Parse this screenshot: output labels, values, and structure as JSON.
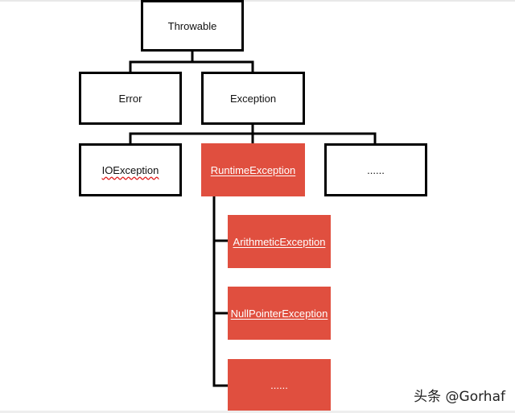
{
  "nodes": {
    "throwable": "Throwable",
    "error": "Error",
    "exception": "Exception",
    "ioexception": "IOException",
    "runtimeexception": "RuntimeException",
    "more_exceptions": "......",
    "arithmeticexception": "ArithmeticException",
    "nullpointerexception": "NullPointerException",
    "more_runtime": "......"
  },
  "watermark": "头条 @Gorhaf",
  "colors": {
    "highlight": "#e04f3f",
    "border": "#000000",
    "background": "#ffffff"
  }
}
